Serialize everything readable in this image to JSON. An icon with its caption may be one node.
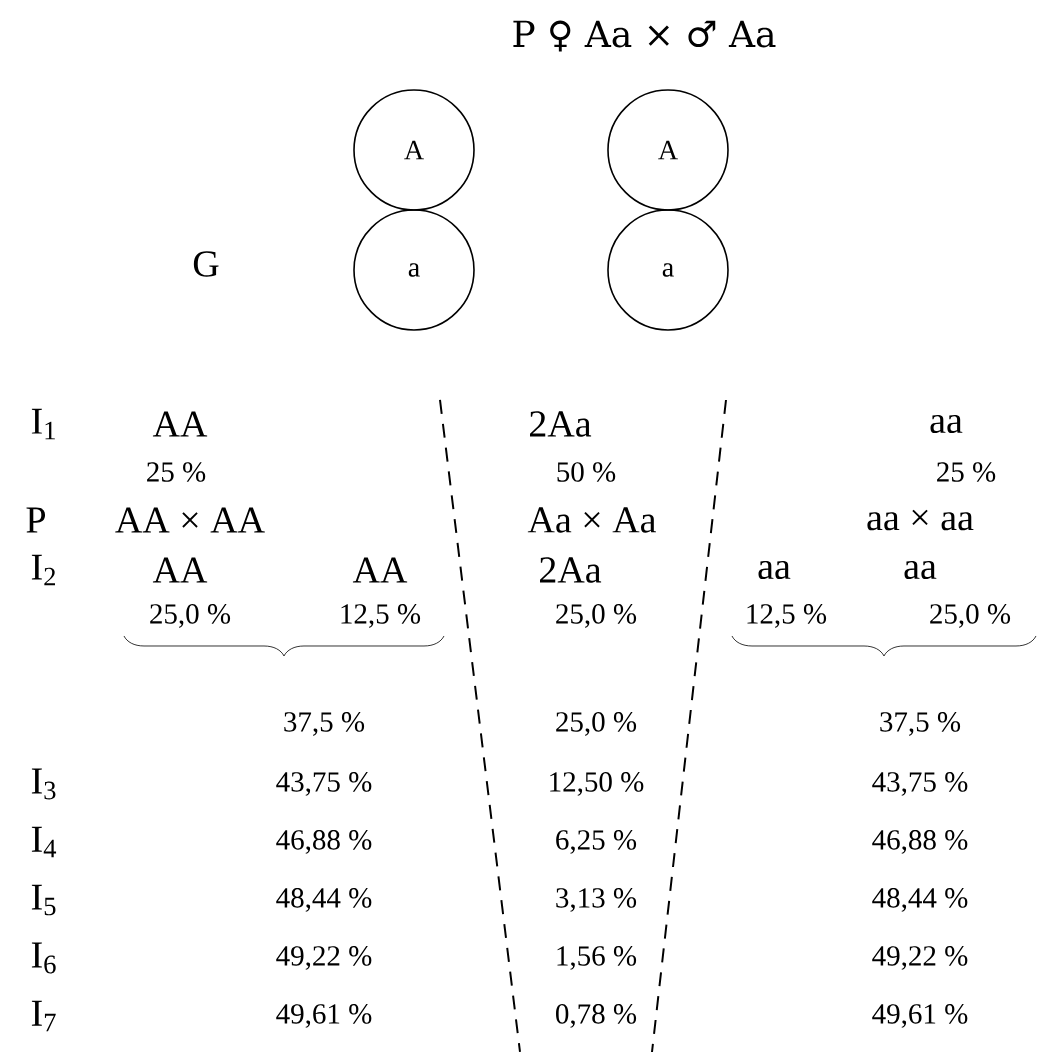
{
  "diagram": {
    "title": "P ♀ Aa × ♂ Aa",
    "nodes": [
      {
        "text": [
          "A"
        ]
      },
      {
        "text": [
          "A"
        ]
      },
      {
        "text": [
          "a"
        ]
      },
      {
        "text": [
          "a"
        ]
      }
    ],
    "labels": [
      "G",
      "I$_{1}$",
      "AA",
      "2Aa",
      "aa",
      "25 %",
      "50 %",
      "25 %",
      "P",
      "AA × AA",
      "Aa × Aa",
      "aa × aa",
      "I$_{2}$",
      "AA",
      "AA",
      "2Aa",
      "aa",
      "aa",
      "25,0 %",
      "12,5 %",
      "25,0 %",
      "12,5 %",
      "25,0 %",
      "37,5 %",
      "25,0 %",
      "37,5 %",
      "I$_{3}$",
      "43,75 %",
      "12,50 %",
      "43,75 %",
      "I$_{4}$",
      "46,88 %",
      "6,25 %",
      "46,88 %",
      "I$_{5}$",
      "48,44 %",
      "3,13 %",
      "48,44 %",
      "I$_{6}$",
      "49,22 %",
      "1,56 %",
      "49,22 %",
      "I$_{7}$",
      "49,61 %",
      "0,78 %",
      "49,61 %"
    ]
  }
}
